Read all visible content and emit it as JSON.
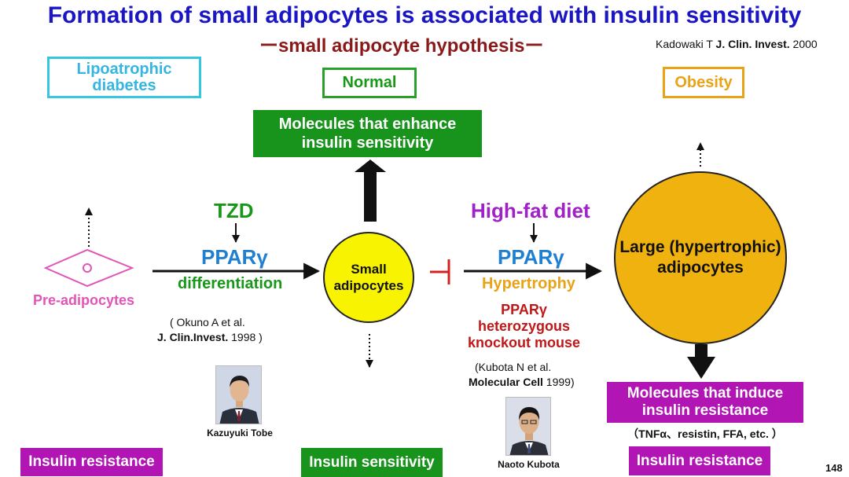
{
  "slide": {
    "title": "Formation of small adipocytes is associated with insulin sensitivity",
    "subtitle_dash_left": "ー",
    "subtitle": "small adipocyte hypothesis",
    "subtitle_dash_right": "ー",
    "citation": {
      "author": "Kadowaki T ",
      "journal": "J. Clin. Invest.",
      "year": " 2000"
    },
    "page_number": "148"
  },
  "states": {
    "lipoatrophic": "Lipoatrophic diabetes",
    "normal": "Normal",
    "obesity": "Obesity"
  },
  "nodes": {
    "pre_adipocytes": "Pre-adipocytes",
    "small_adipocytes": "Small adipocytes",
    "large_adipocytes": "Large (hypertrophic) adipocytes"
  },
  "left_path": {
    "agent": "TZD",
    "receptor": "PPARγ",
    "process": "differentiation",
    "reference": {
      "line1": "( Okuno A et al.",
      "journal": "J. Clin.Invest.",
      "year": " 1998 )"
    }
  },
  "right_path": {
    "agent": "High-fat diet",
    "receptor": "PPARγ",
    "process": "Hypertrophy",
    "model": "PPARγ heterozygous knockout mouse",
    "reference": {
      "line1": "(Kubota N et al.",
      "journal": "Molecular Cell",
      "year": " 1999)"
    }
  },
  "molecules": {
    "enhance": "Molecules that enhance insulin sensitivity",
    "induce": "Molecules that induce insulin resistance",
    "induce_examples": "（TNFα、resistin, FFA, etc. ）"
  },
  "outcomes": {
    "left": "Insulin resistance",
    "center": "Insulin sensitivity",
    "right": "Insulin resistance"
  },
  "people": {
    "person1": "Kazuyuki Tobe",
    "person2": "Naoto Kubota"
  },
  "colors": {
    "title_blue": "#1b16c4",
    "subtitle_red": "#8a1a1a",
    "green": "#189818",
    "purple": "#b115b4",
    "cyan": "#35c6e0",
    "orange": "#e8a317",
    "ppar_blue": "#1f7fd0",
    "small_yellow": "#f8f300",
    "large_gold": "#f0b20e",
    "inhibit_red": "#d42020"
  }
}
